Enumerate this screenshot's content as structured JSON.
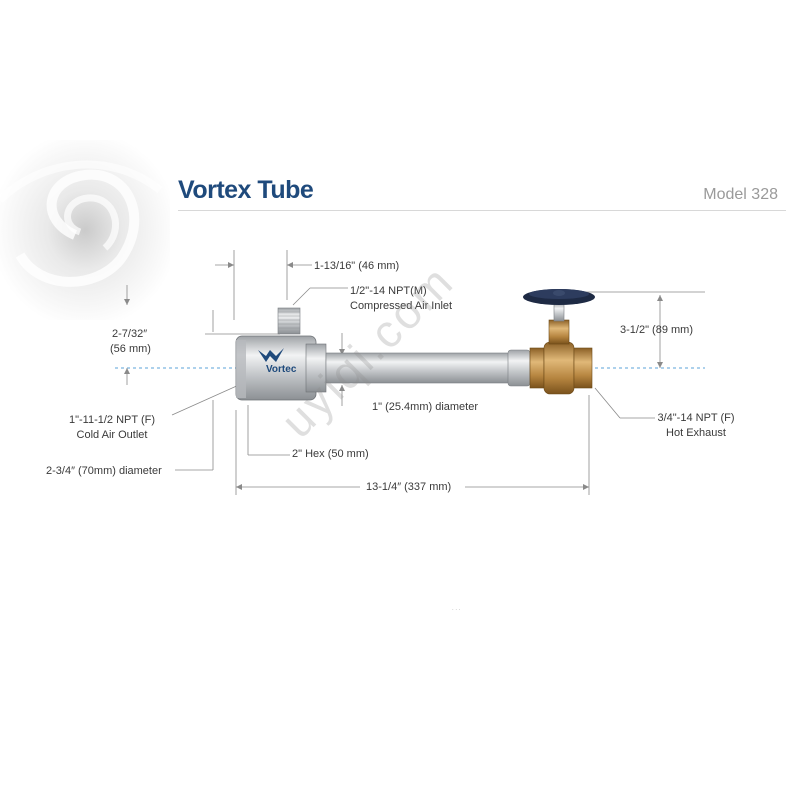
{
  "header": {
    "title": "Vortex Tube",
    "model": "Model 328"
  },
  "product": {
    "brand": "Vortec"
  },
  "dimensions": {
    "top_width": "1-13/16\" (46 mm)",
    "inlet": [
      "1/2\"-14 NPT(M)",
      "Compressed Air Inlet"
    ],
    "left_height": [
      "2-7/32″",
      "(56 mm)"
    ],
    "right_height": "3-1/2\" (89 mm)",
    "tube_diameter": "1\" (25.4mm) diameter",
    "cold_outlet": [
      "1\"-11-1/2 NPT (F)",
      "Cold Air Outlet"
    ],
    "hot_exhaust": [
      "3/4\"-14 NPT (F)",
      "Hot Exhaust"
    ],
    "hex": "2\" Hex (50 mm)",
    "body_diameter": "2-3/4″ (70mm) diameter",
    "overall_length": "13-1/4″ (337 mm)"
  },
  "watermark": "uyiqi.com",
  "colors": {
    "title": "#1f4a7c",
    "steel": "#c7c9cc",
    "brass": "#b98a45",
    "handwheel": "#1e2a44",
    "centerline": "#5ba3d8"
  }
}
